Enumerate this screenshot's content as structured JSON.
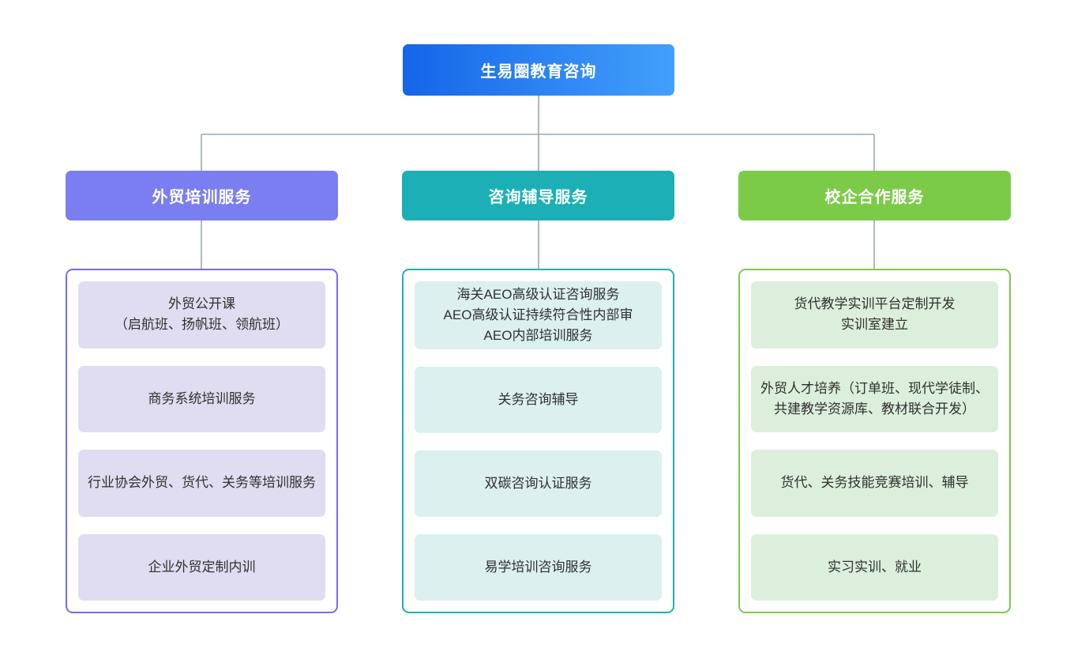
{
  "diagram": {
    "title": "生易圈教育咨询",
    "root": {
      "label": "生易圈教育咨询",
      "gradient_from": "#1565e8",
      "gradient_to": "#42a0fb",
      "text_color": "#ffffff"
    },
    "connector_color": "#9aa8b5",
    "branches": [
      {
        "label": "外贸培训服务",
        "header_color": "#7b7ef0",
        "box_border_color": "#6f6ef2",
        "item_fill": "#e0ddf2",
        "items": [
          "外贸公开课\n（启航班、扬帆班、领航班）",
          "商务系统培训服务",
          "行业协会外贸、货代、关务等培训服务",
          "企业外贸定制内训"
        ]
      },
      {
        "label": "咨询辅导服务",
        "header_color": "#1cb0b6",
        "box_border_color": "#1cb0b6",
        "item_fill": "#dcf0f0",
        "items": [
          "海关AEO高级认证咨询服务\nAEO高级认证持续符合性内部审\nAEO内部培训服务",
          "关务咨询辅导",
          "双碳咨询认证服务",
          "易学培训咨询服务"
        ]
      },
      {
        "label": "校企合作服务",
        "header_color": "#7ccb48",
        "box_border_color": "#7ccb48",
        "item_fill": "#dcefdc",
        "items": [
          "货代教学实训平台定制开发\n实训室建立",
          "外贸人才培养（订单班、现代学徒制、共建教学资源库、教材联合开发）",
          "货代、关务技能竞赛培训、辅导",
          "实习实训、就业"
        ]
      }
    ]
  }
}
